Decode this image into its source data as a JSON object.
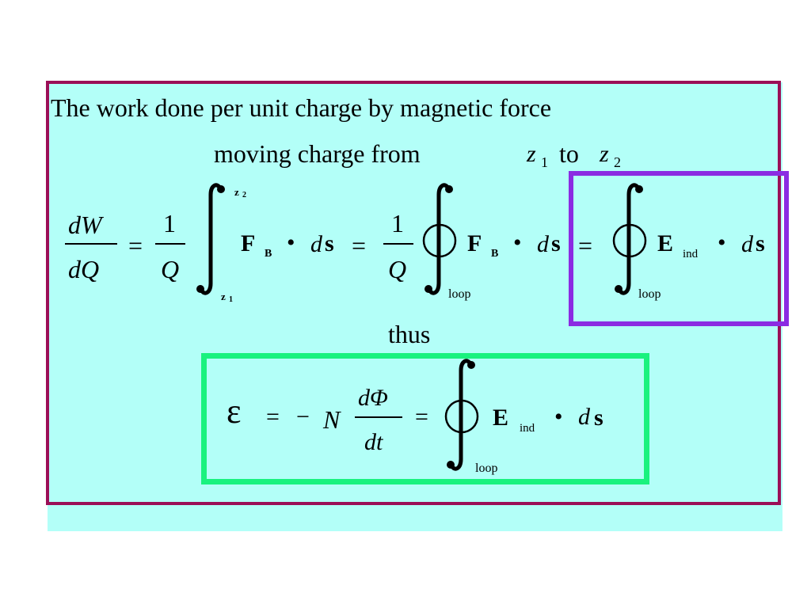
{
  "slide": {
    "intro_line": "The work done per unit charge by magnetic force",
    "moving_line": "moving charge from",
    "z": "z",
    "sub_1": "1",
    "sub_2": "2",
    "to": "to",
    "thus": "thus"
  },
  "equation1": {
    "dW": "dW",
    "dQ": "dQ",
    "eq": "=",
    "one": "1",
    "Q": "Q",
    "upper_z": "z",
    "upper_sub": "2",
    "lower_z": "z",
    "lower_sub": "1",
    "F": "F",
    "B": "B",
    "dot": "•",
    "d": "d",
    "s": "s",
    "loop": "loop",
    "E": "E",
    "ind": "ind"
  },
  "equation2": {
    "emf": "ε",
    "eq": "=",
    "minus": "−",
    "N": "N",
    "dPhi": "dΦ",
    "dt": "dt",
    "E": "E",
    "ind": "ind",
    "dot": "•",
    "d": "d",
    "s": "s",
    "loop": "loop"
  },
  "colors": {
    "background": "#b3fff8",
    "outer_border": "#9b0f57",
    "highlight_purple": "#8b2be2",
    "highlight_green": "#19f27e"
  }
}
